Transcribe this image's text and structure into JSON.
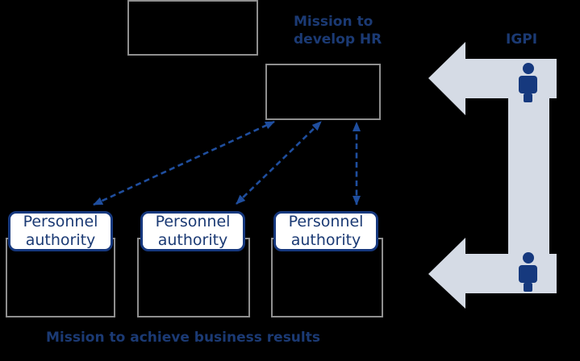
{
  "diagram": {
    "top_label": {
      "line1": "Mission to",
      "line2": "develop HR"
    },
    "igpi_label": "IGPI",
    "bottom_caption": "Mission to achieve business results",
    "personnel_boxes": [
      {
        "label": "Personnel authority"
      },
      {
        "label": "Personnel authority"
      },
      {
        "label": "Personnel authority"
      }
    ],
    "icons": {
      "person": "person-icon",
      "flow": "left-double-arrow-icon"
    },
    "colors": {
      "background": "#000000",
      "navy_text": "#1b3a74",
      "personnel_border": "#16387e",
      "personnel_fill": "#ffffff",
      "dashed_connector": "#1f4e9e",
      "flow_arrow_fill": "#d5dbe5",
      "person_icon": "#16397e",
      "outline_box_border": "#8f8f8f"
    }
  }
}
